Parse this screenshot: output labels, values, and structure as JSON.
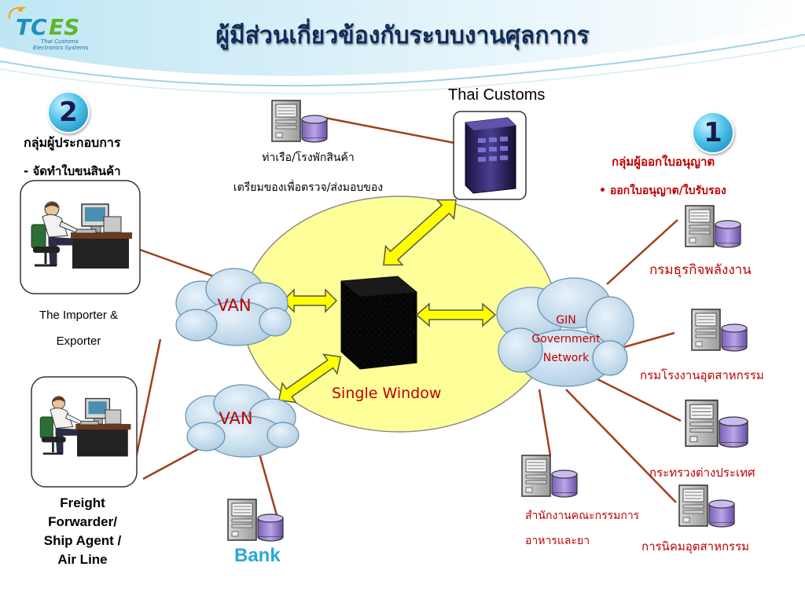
{
  "logo": {
    "text_tc": "TC",
    "text_es": "ES",
    "subtitle_line1": "Thai Customs",
    "subtitle_line2": "Electronics Systems"
  },
  "title": "ผู้มีส่วนเกี่ยวข้องกับระบบงานศุลกากร",
  "colors": {
    "accent_red": "#c00000",
    "link_blue": "#2aa7d8",
    "line_brown": "#a0401a",
    "ellipse_fill": "#ffff99",
    "arrow_fill": "#ffff00"
  },
  "thai_customs": {
    "label": "Thai Customs"
  },
  "port": {
    "label_line1": "ท่าเรือ/โรงพักสินค้า",
    "label_line2": "เตรียมของเพื่อตรวจ/ส่งมอบของ"
  },
  "group2": {
    "number": "2",
    "title": "กลุ่มผู้ประกอบการ",
    "bullet": "- จัดทำใบขนสินค้า"
  },
  "group1": {
    "number": "1",
    "title": "กลุ่มผู้ออกใบอนุญาต",
    "bullet": "ออกใบอนุญาต/ใบรับรอง"
  },
  "importer": {
    "line1": "The Importer &",
    "line2": "Exporter"
  },
  "freight": {
    "line1": "Freight",
    "line2": "Forwarder/",
    "line3": "Ship Agent /",
    "line4": "Air Line"
  },
  "van_top": {
    "label": "VAN"
  },
  "van_bottom": {
    "label": "VAN"
  },
  "single_window": {
    "label": "Single Window"
  },
  "gin": {
    "line1": "GIN",
    "line2": "Government",
    "line3": "Network"
  },
  "bank": {
    "label": "Bank"
  },
  "agencies": {
    "energy": "กรมธุรกิจพลังงาน",
    "industry": "กรมโรงงานอุตสาหกรรม",
    "foreign": "กระทรวงต่างประเทศ",
    "fda_line1": "สำนักงานคณะกรรมการ",
    "fda_line2": "อาหารและยา",
    "estate": "การนิคมอุตสาหกรรม"
  }
}
